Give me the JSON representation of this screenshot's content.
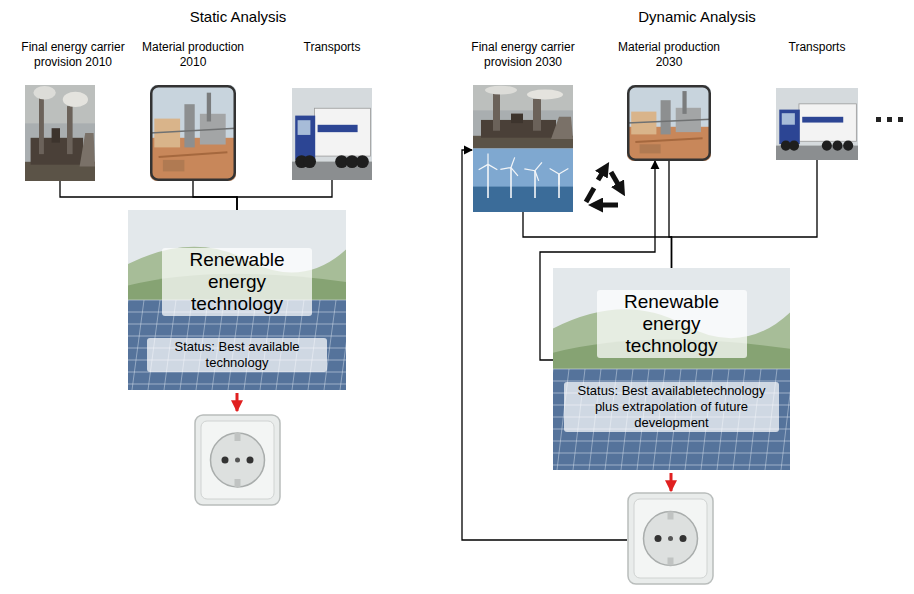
{
  "diagram": {
    "nodes": [
      {
        "text": [
          "Final energy carrier provision 2010"
        ]
      },
      {
        "text": [
          "Material production 2010"
        ]
      },
      {
        "text": [
          "Transports"
        ]
      },
      {
        "text": [
          "Renewable energy technology",
          "Status: Best available technology"
        ]
      },
      {
        "text": [
          "Final energy carrier provision 2030"
        ]
      },
      {
        "text": [
          "Material production 2030"
        ]
      },
      {
        "text": [
          "Transports"
        ]
      },
      {
        "text": [
          "Renewable energy technology",
          "Status: Best availabletechnology plus extrapolation of future development"
        ]
      }
    ],
    "edges": [
      {
        "from": 0,
        "to": 3,
        "arrow": "none"
      },
      {
        "from": 1,
        "to": 3,
        "arrow": "none"
      },
      {
        "from": 2,
        "to": 3,
        "arrow": "none"
      },
      {
        "from": 4,
        "to": 7,
        "arrow": "none"
      },
      {
        "from": 5,
        "to": 7,
        "arrow": "none"
      },
      {
        "from": 6,
        "to": 7,
        "arrow": "none"
      },
      {
        "from": 7,
        "to": 5,
        "arrow": "to"
      }
    ],
    "labels": [
      "Static Analysis",
      "Dynamic Analysis"
    ]
  }
}
